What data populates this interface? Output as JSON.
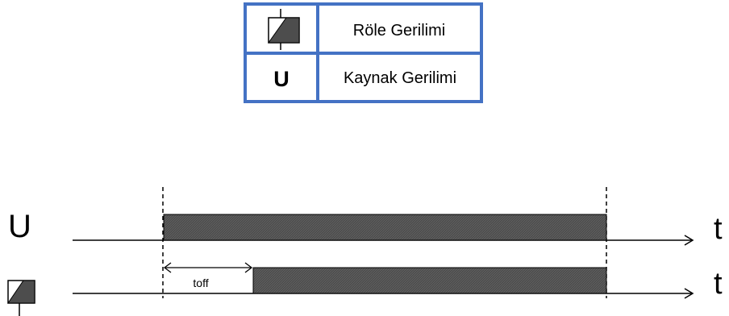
{
  "legend": {
    "relay_label": "Röle Gerilimi",
    "supply_symbol": "U",
    "supply_label": "Kaynak Gerilimi",
    "border_color": "#4472C4"
  },
  "timing": {
    "supply_row_label": "U",
    "axis_label_top": "t",
    "axis_label_bottom": "t",
    "delay_label": "toff",
    "pulse_color": "#4d4d4d",
    "relay_icon": "relay-coil-icon"
  }
}
